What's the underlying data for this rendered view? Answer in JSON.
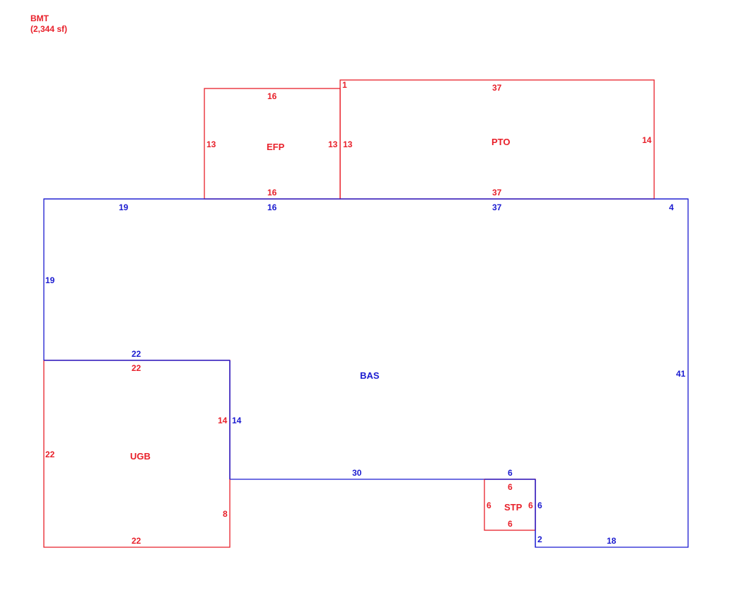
{
  "colors": {
    "red": "#e8202a",
    "blue": "#1a1ad0"
  },
  "header": {
    "title": "BMT",
    "area": "(2,344 sf)"
  },
  "areas": {
    "efp": "EFP",
    "pto": "PTO",
    "bas": "BAS",
    "ugb": "UGB",
    "stp": "STP"
  },
  "dims": {
    "efp_top": "16",
    "efp_left": "13",
    "efp_right": "13",
    "efp_bottom": "16",
    "pto_gap": "1",
    "pto_top": "37",
    "pto_left": "13",
    "pto_right": "14",
    "pto_bottom": "37",
    "bas_top_a": "19",
    "bas_top_b": "16",
    "bas_top_c": "37",
    "bas_top_d": "4",
    "bas_left": "19",
    "bas_notch_top": "22",
    "bas_inner_vert": "14",
    "bas_right": "41",
    "bas_bottom_step": "30",
    "bas_step_top": "6",
    "bas_step_vert": "6",
    "bas_step_small": "2",
    "bas_bottom": "18",
    "ugb_top": "22",
    "ugb_right": "14",
    "ugb_left": "22",
    "ugb_right_low": "8",
    "ugb_bottom": "22",
    "stp_top": "6",
    "stp_left": "6",
    "stp_right": "6",
    "stp_bottom": "6"
  }
}
